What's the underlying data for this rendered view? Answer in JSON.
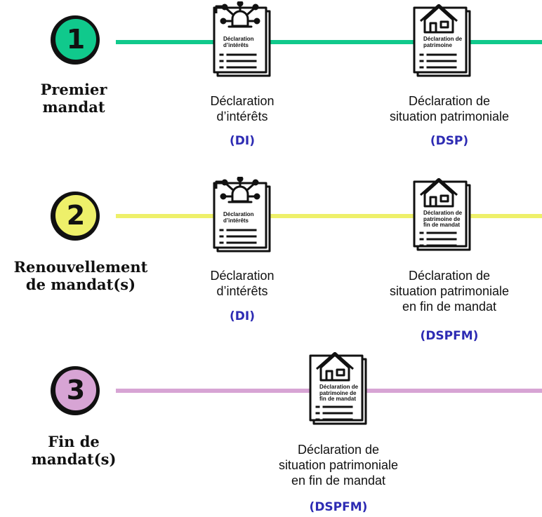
{
  "colors": {
    "green": "#10c98c",
    "yellow": "#eef06a",
    "pink": "#d7a4d4",
    "code_blue": "#2d2bb3"
  },
  "stages": [
    {
      "number": "1",
      "label_line1": "Premier",
      "label_line2": "mandat",
      "declarations": [
        {
          "icon": "network-icon",
          "doc_line1": "Déclaration",
          "doc_line2": "d’intérêts",
          "doc_line3": "",
          "caption_line1": "Déclaration",
          "caption_line2": "d’intérêts",
          "caption_line3": "",
          "code": "(DI)"
        },
        {
          "icon": "house-icon",
          "doc_line1": "Déclaration de",
          "doc_line2": "patrimoine",
          "doc_line3": "",
          "caption_line1": "Déclaration de",
          "caption_line2": "situation patrimoniale",
          "caption_line3": "",
          "code": "(DSP)"
        }
      ]
    },
    {
      "number": "2",
      "label_line1": "Renouvellement",
      "label_line2": "de mandat(s)",
      "declarations": [
        {
          "icon": "network-icon",
          "doc_line1": "Déclaration",
          "doc_line2": "d’intérêts",
          "doc_line3": "",
          "caption_line1": "Déclaration",
          "caption_line2": "d’intérêts",
          "caption_line3": "",
          "code": "(DI)"
        },
        {
          "icon": "house-icon",
          "doc_line1": "Déclaration de",
          "doc_line2": "patrimoine de",
          "doc_line3": "fin de mandat",
          "caption_line1": "Déclaration de",
          "caption_line2": "situation patrimoniale",
          "caption_line3": "en fin de mandat",
          "code": "(DSPFM)"
        }
      ]
    },
    {
      "number": "3",
      "label_line1": "Fin de",
      "label_line2": "mandat(s)",
      "declarations": [
        {
          "icon": "house-icon",
          "doc_line1": "Déclaration de",
          "doc_line2": "patrimoine de",
          "doc_line3": "fin de mandat",
          "caption_line1": "Déclaration de",
          "caption_line2": "situation patrimoniale",
          "caption_line3": "en fin de mandat",
          "code": "(DSPFM)"
        }
      ]
    }
  ]
}
